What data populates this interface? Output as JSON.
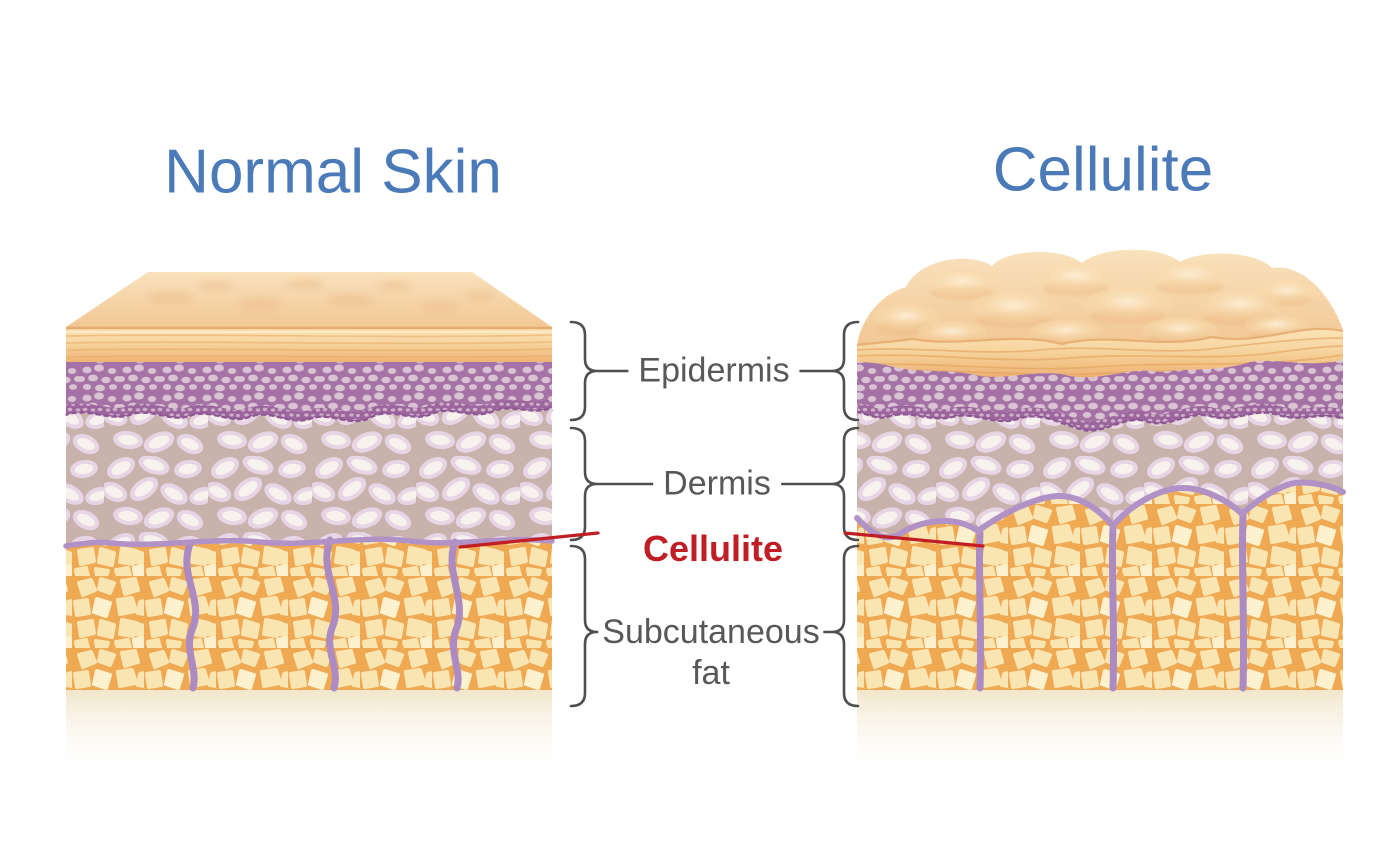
{
  "titles": {
    "left": "Normal Skin",
    "right": "Cellulite"
  },
  "labels": {
    "epidermis": "Epidermis",
    "dermis": "Dermis",
    "cellulite": "Cellulite",
    "subcutaneous_line1": "Subcutaneous",
    "subcutaneous_line2": "fat"
  },
  "colors": {
    "title_blue": "#4a7ab8",
    "label_gray": "#58585a",
    "cellulite_red": "#c01e24",
    "line_gray": "#4f4f52",
    "epidermis_purple": "#a572a5",
    "dermis_bg": "#c8b3ac",
    "fat_orange": "#f0a953",
    "septa_purple": "#ab8bc1",
    "boundary_purple": "#b192c6",
    "skin_peach": "#f4cd98",
    "shadow_cream": "#f1e6cb"
  }
}
